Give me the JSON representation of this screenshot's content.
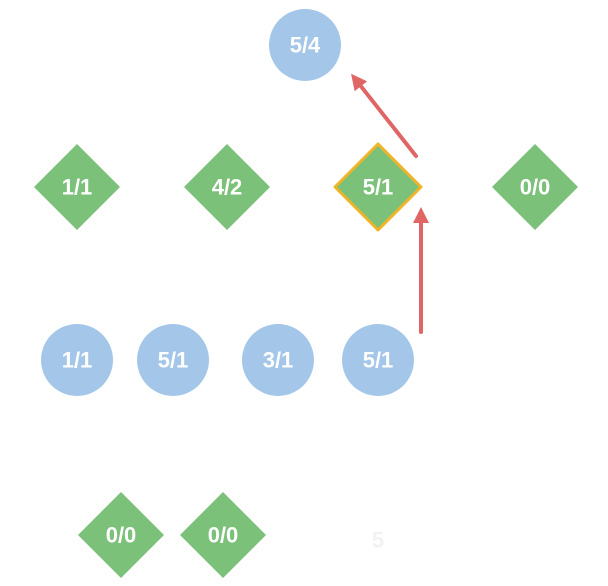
{
  "colors": {
    "circle_fill": "#a3c6e9",
    "diamond_fill": "#7cc17a",
    "highlight_stroke": "#f0b429",
    "arrow": "#e06666",
    "label": "#ffffff",
    "faint_label": "#f2f2f2"
  },
  "nodes": [
    {
      "id": "top-circle",
      "shape": "circle",
      "label": "5/4"
    },
    {
      "id": "row1-diamond-1",
      "shape": "diamond",
      "label": "1/1"
    },
    {
      "id": "row1-diamond-2",
      "shape": "diamond",
      "label": "4/2"
    },
    {
      "id": "row1-diamond-3",
      "shape": "diamond",
      "label": "5/1",
      "highlighted": true
    },
    {
      "id": "row1-diamond-4",
      "shape": "diamond",
      "label": "0/0"
    },
    {
      "id": "row2-circle-1",
      "shape": "circle",
      "label": "1/1"
    },
    {
      "id": "row2-circle-2",
      "shape": "circle",
      "label": "5/1"
    },
    {
      "id": "row2-circle-3",
      "shape": "circle",
      "label": "3/1"
    },
    {
      "id": "row2-circle-4",
      "shape": "circle",
      "label": "5/1"
    },
    {
      "id": "row3-diamond-1",
      "shape": "diamond",
      "label": "0/0"
    },
    {
      "id": "row3-diamond-2",
      "shape": "diamond",
      "label": "0/0"
    }
  ],
  "faint_label": "5",
  "edges": [
    {
      "from": "row2-circle-4",
      "to": "row1-diamond-3"
    },
    {
      "from": "row1-diamond-3",
      "to": "top-circle"
    }
  ]
}
